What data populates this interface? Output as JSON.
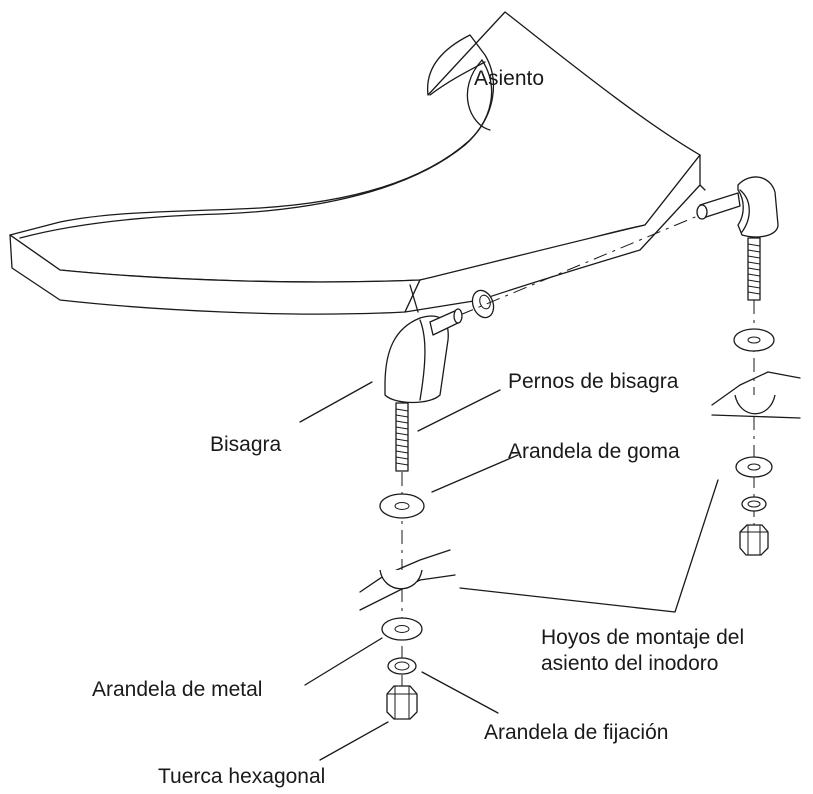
{
  "labels": {
    "seat": "Asiento",
    "hinge": "Bisagra",
    "hinge_bolts": "Pernos de bisagra",
    "rubber_washer": "Arandela de goma",
    "mounting_holes": "Hoyos de montaje del asiento del inodoro",
    "metal_washer": "Arandela de metal",
    "lock_washer": "Arandela de fijación",
    "hex_nut": "Tuerca hexagonal"
  }
}
